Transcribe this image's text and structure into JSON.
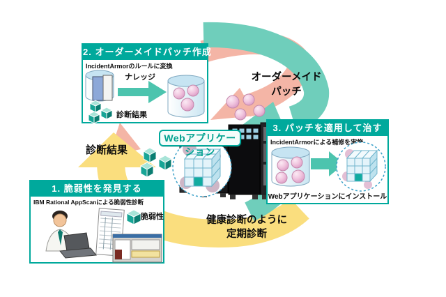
{
  "center": {
    "label": "Webアプリケーション"
  },
  "boxes": {
    "step1": {
      "title": "1. 脆弱性を発見する",
      "subtitle": "IBM Rational AppScanによる脆弱性診断",
      "vuln_label": "脆弱性"
    },
    "step2": {
      "title": "2. オーダーメイドパッチ作成",
      "subtitle": "IncidentArmorのルールに変換",
      "knowledge_label": "ナレッジ",
      "result_label": "診断結果"
    },
    "step3": {
      "title": "3. パッチを適用して治す",
      "subtitle": "IncidentArmorによる補修を実施",
      "caption": "Webアプリケーションにインストール"
    }
  },
  "labels": {
    "patch_line1": "オーダーメイド",
    "patch_line2": "パッチ",
    "diagnosis_result": "診断結果",
    "cycle_line1": "健康診断のように",
    "cycle_line2": "定期診断"
  },
  "icons": {
    "database": "cylinder-icon",
    "patch": "pink-sphere-icon",
    "diagnosis_cube": "teal-cube-icon",
    "web_module": "blue-cube-grid-icon",
    "servers": "server-rack-icon",
    "analyst": "person-at-laptop-icon",
    "report": "scan-report-icon",
    "scanner_window": "application-window-icon",
    "flow_arrows": "cycle-arrow-icons"
  },
  "colors": {
    "header_teal": "#00A99C",
    "teal_arrow": "#6FCEBB",
    "yellow_arrow": "#FADE7E",
    "pink_arrow": "#F4B5A6",
    "patch_pink": "#EFB6D4",
    "cube_teal": "#17A596",
    "webapp_text": "#00A18F"
  }
}
